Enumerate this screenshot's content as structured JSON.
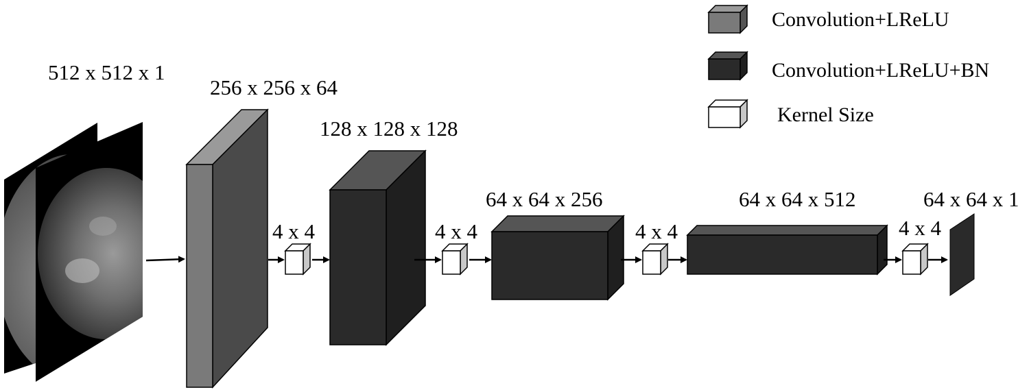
{
  "diagram": {
    "layers": [
      {
        "id": "input",
        "size_label": "512 x 512 x 1",
        "type": "image"
      },
      {
        "id": "conv1",
        "size_label": "256 x 256 x 64",
        "type": "conv_lrelu"
      },
      {
        "id": "conv2",
        "size_label": "128 x 128 x 128",
        "type": "conv_lrelu_bn"
      },
      {
        "id": "conv3",
        "size_label": "64 x 64 x 256",
        "type": "conv_lrelu_bn"
      },
      {
        "id": "conv4",
        "size_label": "64 x 64 x 512",
        "type": "conv_lrelu_bn"
      },
      {
        "id": "output",
        "size_label": "64 x 64 x 1",
        "type": "conv_lrelu_bn"
      }
    ],
    "kernels": [
      {
        "label": "4 x 4"
      },
      {
        "label": "4 x 4"
      },
      {
        "label": "4 x 4"
      },
      {
        "label": "4 x 4"
      }
    ]
  },
  "legend": {
    "items": [
      {
        "label": "Convolution+LReLU",
        "color": "#7a7a7a"
      },
      {
        "label": "Convolution+LReLU+BN",
        "color": "#2a2a2a"
      },
      {
        "label": "Kernel Size",
        "color": "#ffffff"
      }
    ]
  }
}
